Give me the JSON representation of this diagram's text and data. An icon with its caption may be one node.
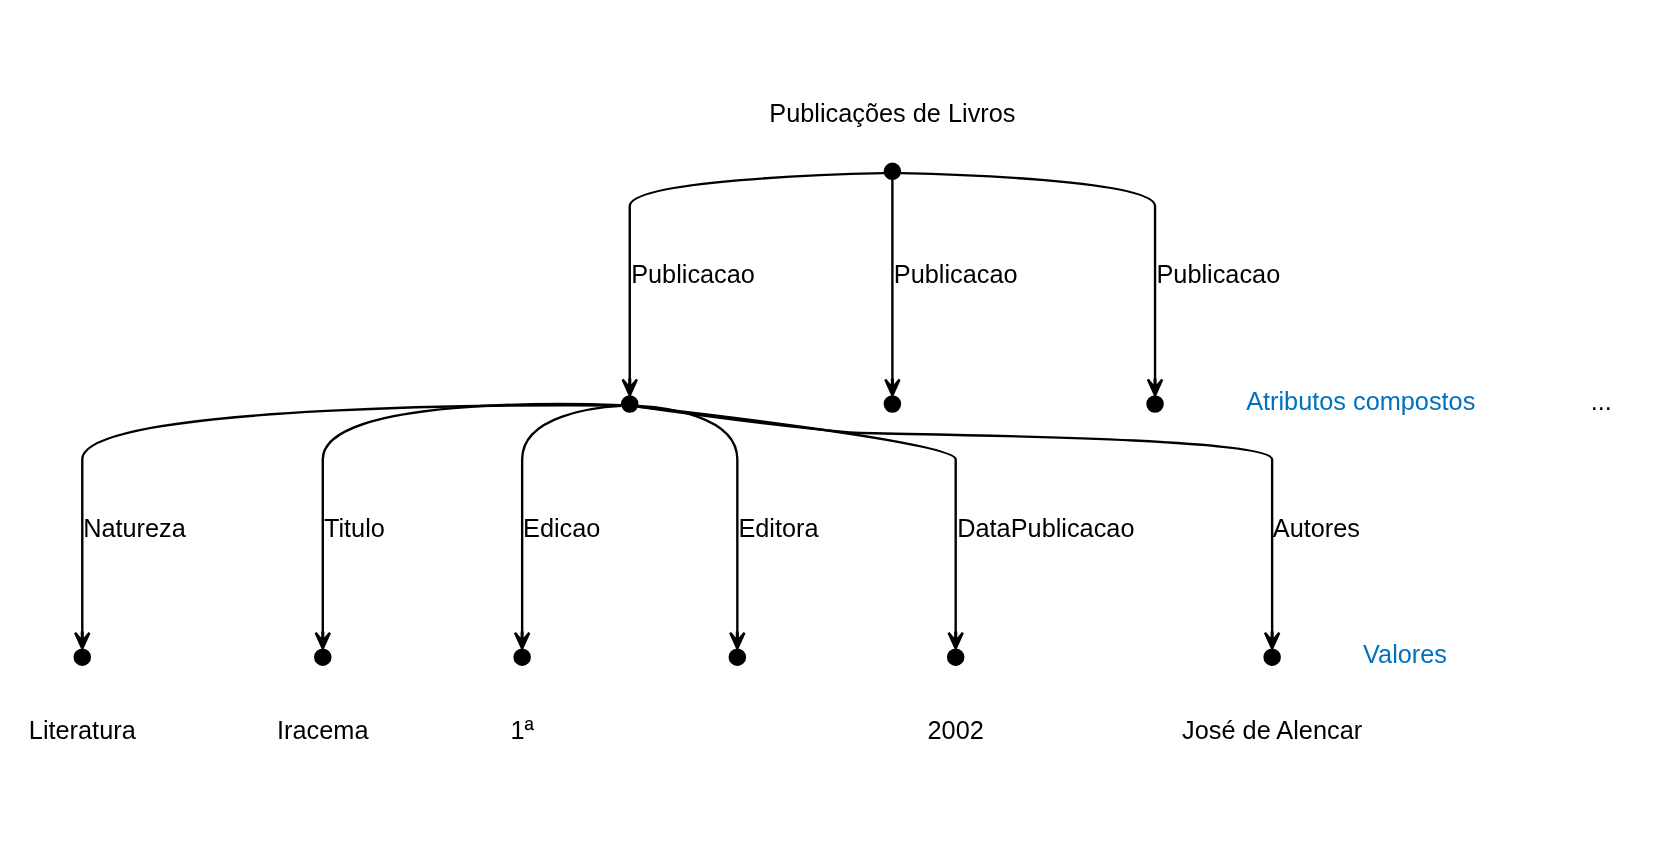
{
  "diagram": {
    "nodes": [
      {
        "text": [],
        "shape": "circle",
        "beside": [
          "Publicações de Livros"
        ]
      },
      {
        "text": [],
        "shape": "circle"
      },
      {
        "text": [],
        "shape": "circle"
      },
      {
        "text": [],
        "shape": "circle"
      },
      {
        "text": [],
        "shape": "circle",
        "beside": [
          "Literatura"
        ]
      },
      {
        "text": [],
        "shape": "circle",
        "beside": [
          "Iracema"
        ]
      },
      {
        "text": [],
        "shape": "circle",
        "beside": [
          "1ª"
        ]
      },
      {
        "text": [],
        "shape": "circle"
      },
      {
        "text": [],
        "shape": "circle",
        "beside": [
          "2002"
        ]
      },
      {
        "text": [],
        "shape": "circle",
        "beside": [
          "José de Alencar"
        ]
      }
    ],
    "edges": [
      {
        "from": 0,
        "to": 1,
        "arrow": "to",
        "label": "Publicacao"
      },
      {
        "from": 0,
        "to": 2,
        "arrow": "to",
        "label": "Publicacao"
      },
      {
        "from": 0,
        "to": 3,
        "arrow": "to",
        "label": "Publicacao"
      },
      {
        "from": 1,
        "to": 4,
        "arrow": "to",
        "label": "Natureza"
      },
      {
        "from": 1,
        "to": 5,
        "arrow": "to",
        "label": "Titulo"
      },
      {
        "from": 1,
        "to": 6,
        "arrow": "to",
        "label": "Edicao"
      },
      {
        "from": 1,
        "to": 7,
        "arrow": "to",
        "label": "Editora"
      },
      {
        "from": 1,
        "to": 8,
        "arrow": "to",
        "label": "DataPublicacao"
      },
      {
        "from": 1,
        "to": 9,
        "arrow": "to",
        "label": "Autores"
      }
    ],
    "labels": [
      "Atributos compostos",
      "...",
      "Valores"
    ]
  }
}
